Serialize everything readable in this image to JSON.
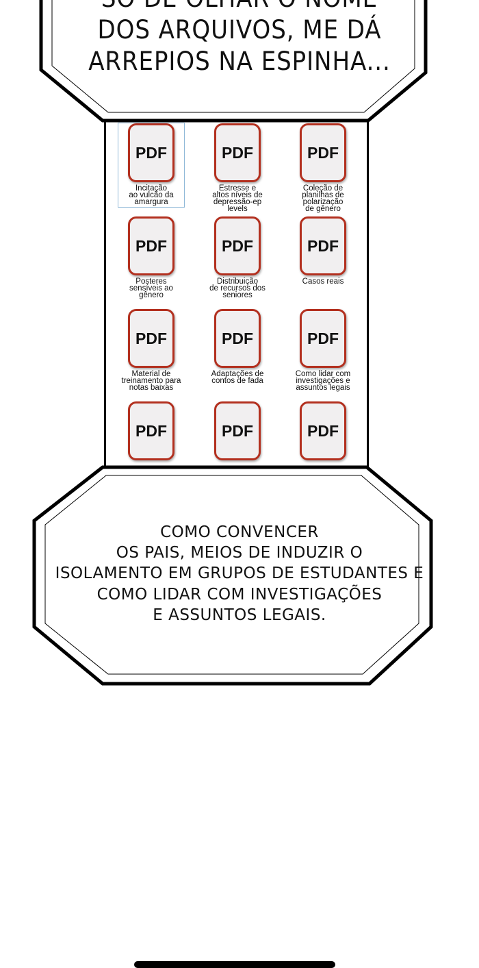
{
  "top_bubble": {
    "lines": [
      "SÓ DE OLHAR O NOME",
      "DOS ARQUIVOS, ME DÁ",
      "ARREPIOS NA ESPINHA..."
    ]
  },
  "file_grid": {
    "icon_label": "PDF",
    "icon_color": "#b3301f",
    "files": [
      {
        "name": "Incitação\nao vulcão da\namargura",
        "selected": true
      },
      {
        "name": "Estresse e\naltos níveis de\ndepressão-ep\nlevels"
      },
      {
        "name": "Coleção de\nplanilhas de\npolarização\nde gênero"
      },
      {
        "name": "Posteres\nsensíveis ao\ngênero"
      },
      {
        "name": "Distribuição\nde recursos dos\nseniores"
      },
      {
        "name": "Casos reais"
      },
      {
        "name": "Material de\ntreinamento para\nnotas baixas"
      },
      {
        "name": "Adaptações de\ncontos de fada"
      },
      {
        "name": "Como lidar com\ninvestigações e\nassuntos legais"
      },
      {
        "name": ""
      },
      {
        "name": ""
      },
      {
        "name": ""
      }
    ]
  },
  "bottom_bubble": {
    "lines": [
      "COMO CONVENCER",
      "OS PAIS, MEIOS DE INDUZIR O",
      "ISOLAMENTO EM GRUPOS DE ESTUDANTES E",
      "COMO LIDAR COM INVESTIGAÇÕES",
      "E ASSUNTOS LEGAIS."
    ]
  }
}
